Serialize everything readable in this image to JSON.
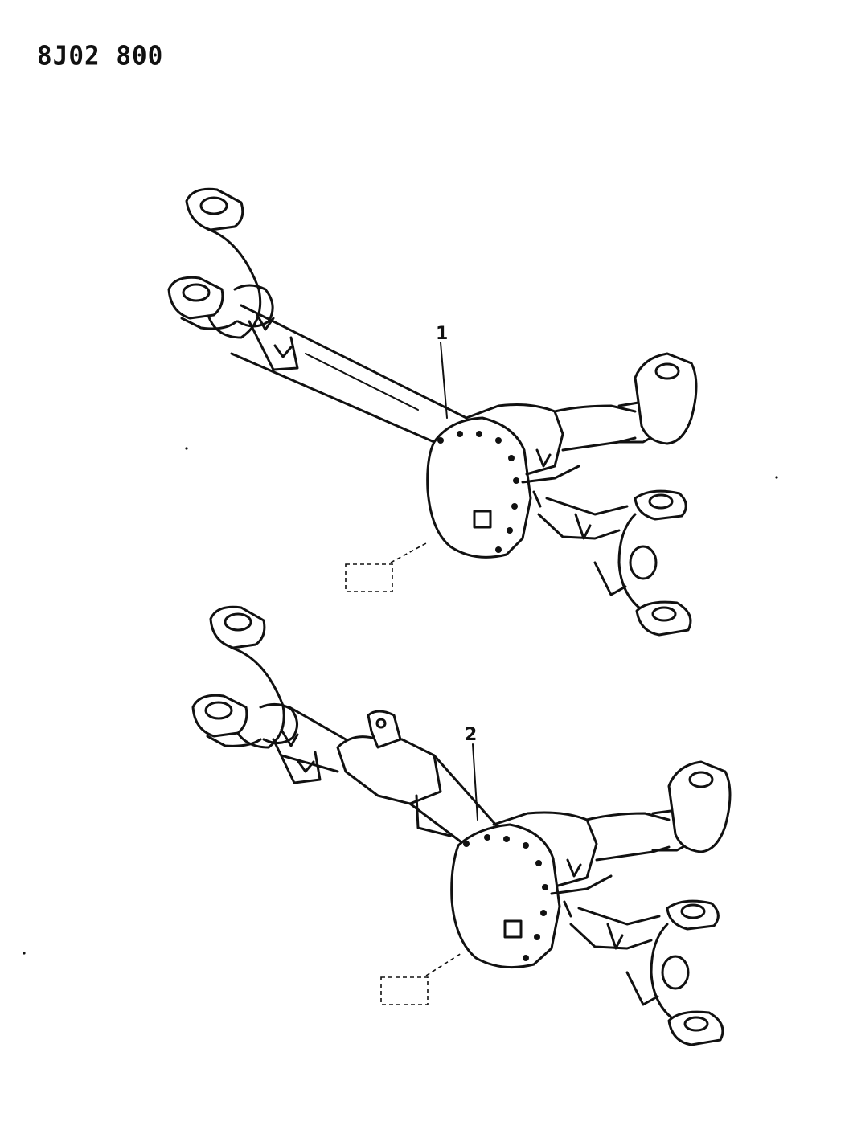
{
  "header": {
    "doc_code": "8J02 800"
  },
  "callouts": [
    {
      "number": "1"
    },
    {
      "number": "2"
    }
  ]
}
